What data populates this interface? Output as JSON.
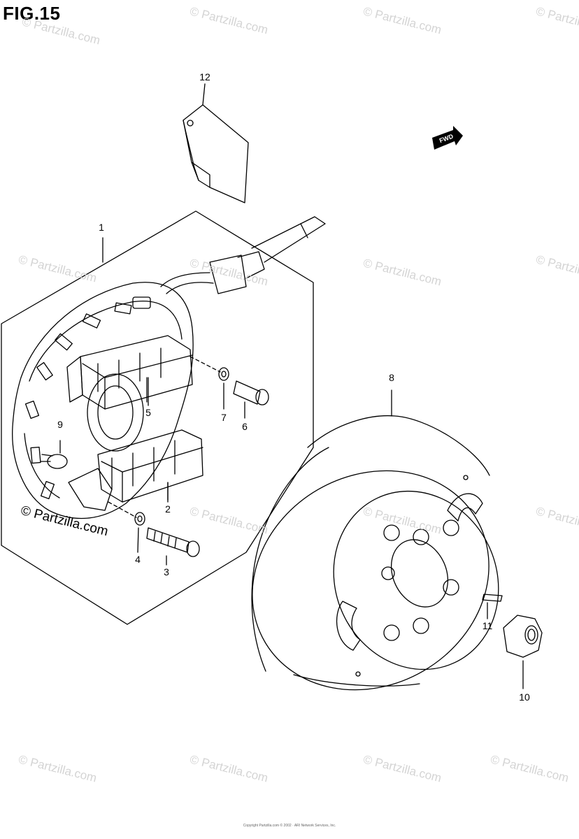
{
  "figure": {
    "title": "FIG.15"
  },
  "callouts": {
    "c1": "1",
    "c2": "2",
    "c3": "3",
    "c4": "4",
    "c5": "5",
    "c6": "6",
    "c7": "7",
    "c8": "8",
    "c9": "9",
    "c10": "10",
    "c11": "11",
    "c12": "12"
  },
  "fwd_label": "FWD",
  "watermark": {
    "faint": "© Partzilla.com",
    "strong": "© Partzilla.com"
  },
  "footer": {
    "copyright": "Copyright\nPartzilla.com © 2002 · ARI Network Services, Inc."
  },
  "colors": {
    "line": "#000000",
    "watermark": "#d4d4d4"
  }
}
